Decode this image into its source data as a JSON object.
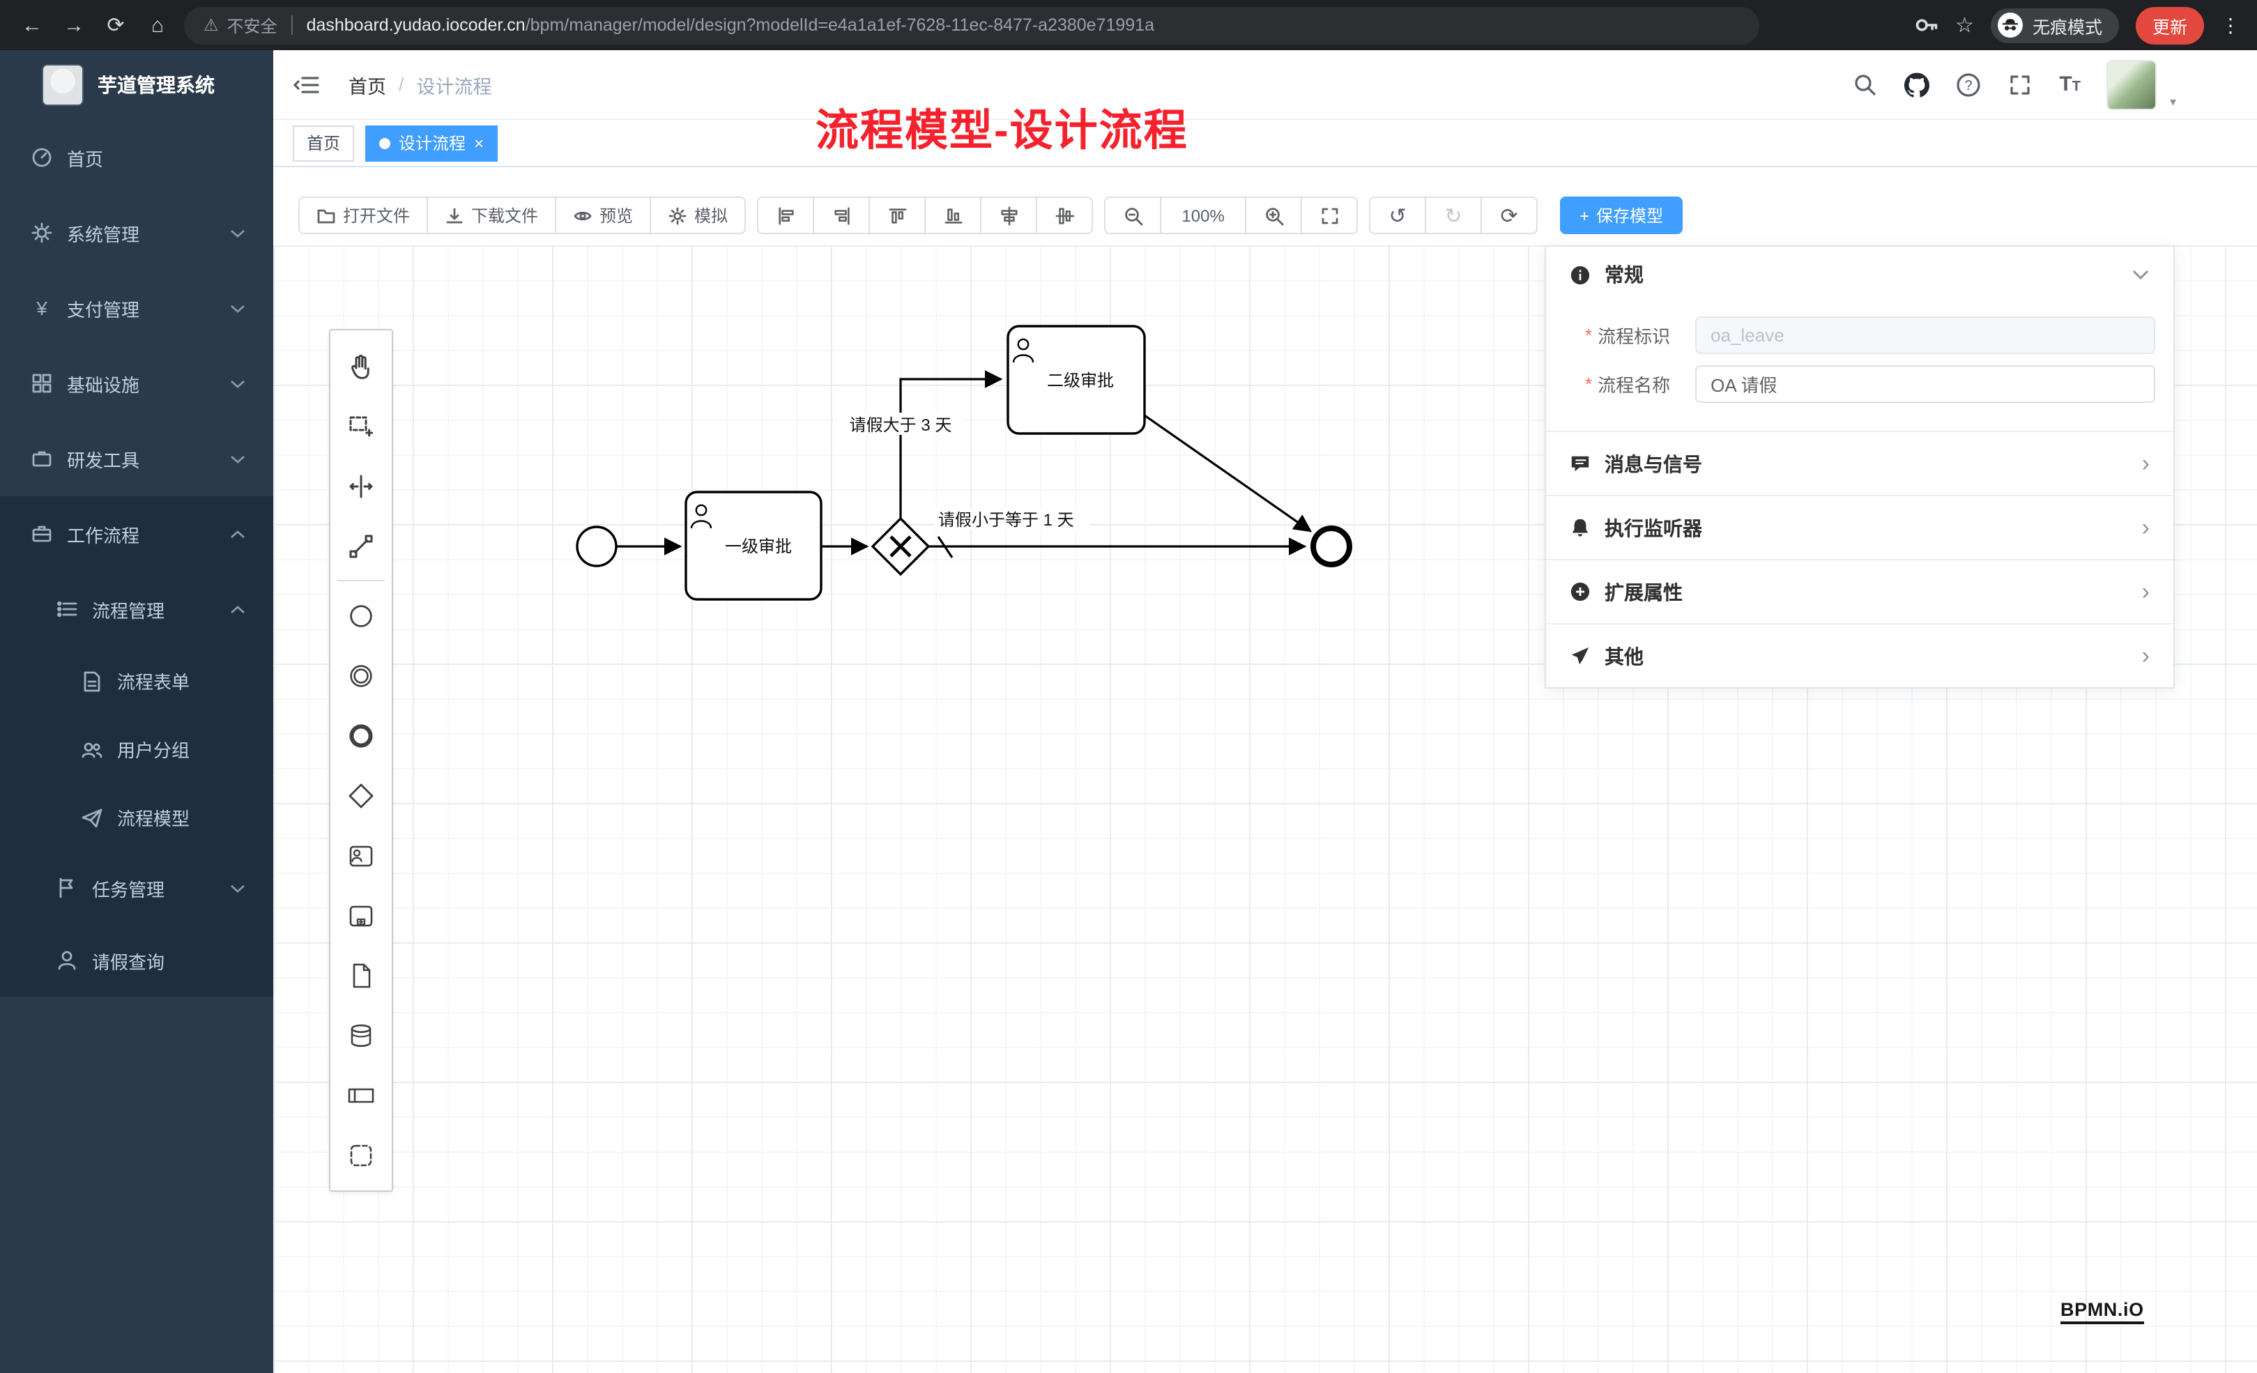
{
  "glyphs": {
    "back": "←",
    "forward": "→",
    "reload": "⟳",
    "home_nav": "⌂",
    "warning": "⚠",
    "star": "☆",
    "kebab": "⋮",
    "slash": "/",
    "question": "?",
    "fontsize": "T",
    "caret_down": "▾",
    "tag_close": "×",
    "plus": "+",
    "yen": "¥",
    "undo": "↺",
    "redo": "↻",
    "refresh": "⟳",
    "chevron_right": "›",
    "required_mark": "*"
  },
  "colors": {
    "accent": "#409eff",
    "annotation_red": "#f5222d",
    "sidebar_bg": "#2b3a4a",
    "submenu_bg": "#1f2d3d",
    "update_red": "#e2483d"
  },
  "browser": {
    "security": "不安全",
    "host": "dashboard.yudao.iocoder.cn",
    "path": "/bpm/manager/model/design?modelId=e4a1a1ef-7628-11ec-8477-a2380e71991a",
    "incognito": "无痕模式",
    "update": "更新"
  },
  "sidebar": {
    "title": "芋道管理系统",
    "menu": [
      "首页",
      "系统管理",
      "支付管理",
      "基础设施",
      "研发工具",
      "工作流程",
      "流程管理",
      "流程表单",
      "用户分组",
      "流程模型",
      "任务管理",
      "请假查询"
    ]
  },
  "header": {
    "home": "首页",
    "current": "设计流程"
  },
  "tags": {
    "home": "首页",
    "current": "设计流程"
  },
  "toolbar": {
    "open": "打开文件",
    "download": "下载文件",
    "preview": "预览",
    "simulate": "模拟",
    "zoom": "100%",
    "save": "保存模型",
    "icon_names": [
      "folder-icon",
      "download-icon",
      "eye-icon",
      "gear-icon",
      "align-left-icon",
      "align-right-icon",
      "align-top-icon",
      "align-bottom-icon",
      "align-hcenter-icon",
      "align-vcenter-icon",
      "zoom-out-icon",
      "zoom-in-icon",
      "fit-viewport-icon",
      "undo-icon",
      "redo-icon",
      "refresh-icon"
    ]
  },
  "palette": {
    "tool_names": [
      "hand-tool",
      "lasso-tool",
      "space-tool",
      "global-connect-tool",
      "start-event",
      "intermediate-event",
      "end-event",
      "exclusive-gateway",
      "user-task",
      "subprocess",
      "data-object",
      "data-store",
      "participant",
      "group"
    ]
  },
  "diagram": {
    "task1": "一级审批",
    "task2": "二级审批",
    "edge_gt": "请假大于 3 天",
    "edge_le": "请假小于等于 1 天"
  },
  "panel": {
    "general": "常规",
    "key_label": "流程标识",
    "key_value": "oa_leave",
    "name_label": "流程名称",
    "name_value": "OA 请假",
    "message": "消息与信号",
    "listener": "执行监听器",
    "ext": "扩展属性",
    "other": "其他"
  },
  "annotation": "流程模型-设计流程",
  "watermark": "BPMN.iO"
}
